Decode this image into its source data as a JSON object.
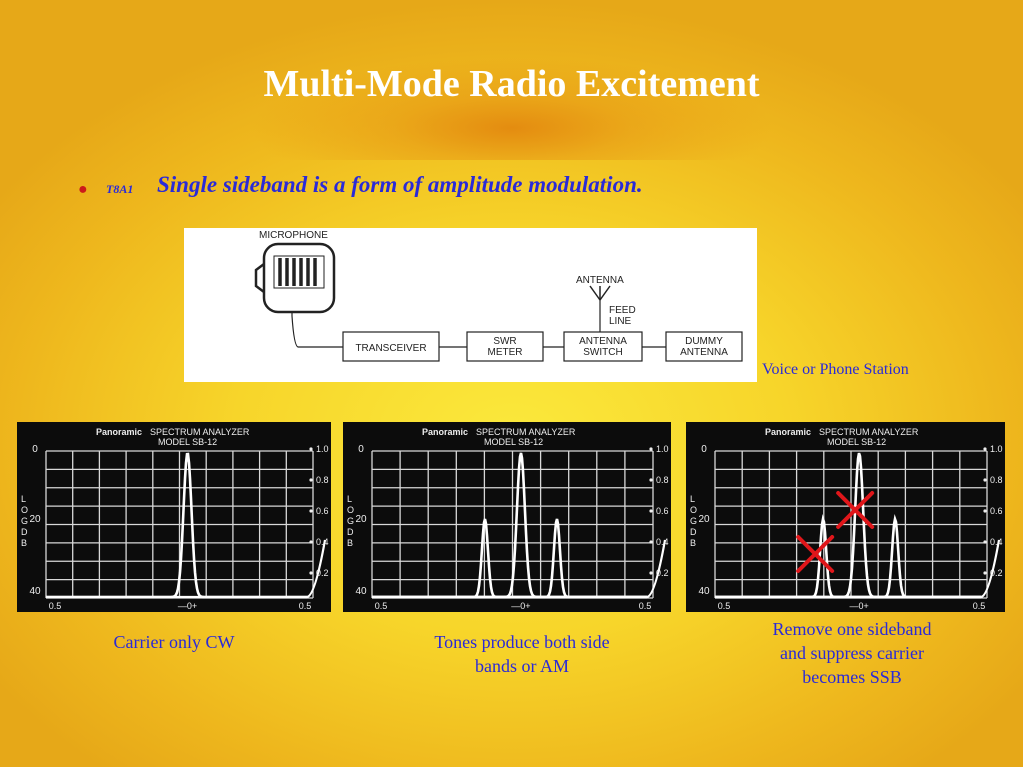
{
  "slide": {
    "title": "Multi-Mode Radio Excitement",
    "bullet_code": "T8A1",
    "bullet_text": "Single sideband is a form of amplitude modulation."
  },
  "diagram": {
    "microphone": "MICROPHONE",
    "transceiver": "TRANSCEIVER",
    "swr_line1": "SWR",
    "swr_line2": "METER",
    "antenna_switch_line1": "ANTENNA",
    "antenna_switch_line2": "SWITCH",
    "dummy_line1": "DUMMY",
    "dummy_line2": "ANTENNA",
    "antenna": "ANTENNA",
    "feed_line1": "FEED",
    "feed_line2": "LINE",
    "caption": "Voice or Phone Station"
  },
  "analyzer": {
    "brand": "Panoramic",
    "title": "SPECTRUM ANALYZER",
    "model": "MODEL SB-12",
    "y_labels": [
      "0",
      "20",
      "40"
    ],
    "y_axis_letters": [
      "L",
      "O",
      "G",
      "D",
      "B"
    ],
    "right_labels": [
      "1.0",
      "0.8",
      "0.6",
      "0.4",
      "0.2"
    ],
    "x_labels": [
      "0.5",
      "—0+",
      "0.5"
    ]
  },
  "panels": [
    {
      "caption_lines": [
        "Carrier only CW"
      ]
    },
    {
      "caption_lines": [
        "Tones produce both side",
        "bands or AM"
      ]
    },
    {
      "caption_lines": [
        "Remove one sideband",
        "and suppress carrier",
        "becomes SSB"
      ]
    }
  ],
  "colors": {
    "title": "#ffffff",
    "text_blue": "#2a2ad8",
    "bullet": "#cc1a1a",
    "cross": "#e0161a"
  }
}
